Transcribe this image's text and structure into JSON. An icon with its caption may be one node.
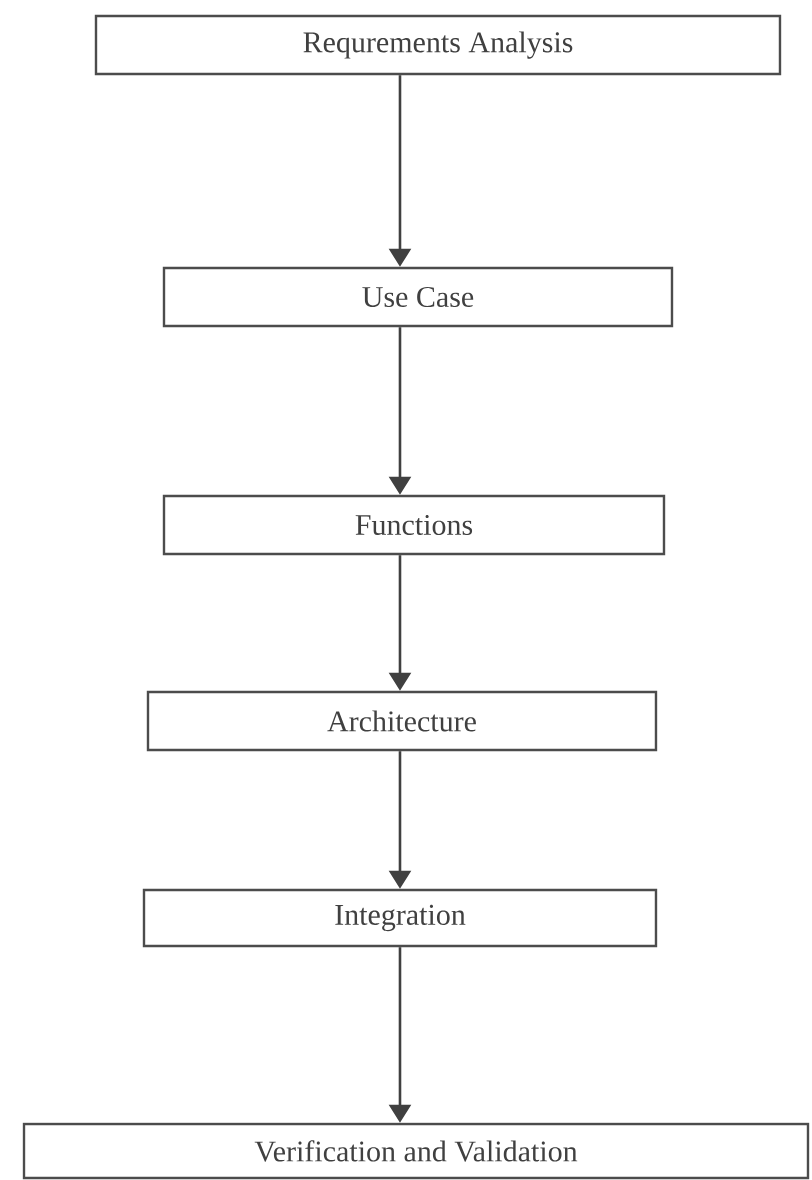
{
  "diagram": {
    "nodes": [
      {
        "text": [
          "Requrements Analysis"
        ]
      },
      {
        "text": [
          "Use Case"
        ]
      },
      {
        "text": [
          "Functions"
        ]
      },
      {
        "text": [
          "Architecture"
        ]
      },
      {
        "text": [
          "Integration"
        ]
      },
      {
        "text": [
          "Verification and Validation"
        ]
      }
    ],
    "edges": [
      {
        "from": 0,
        "to": 1,
        "arrow": "to"
      },
      {
        "from": 1,
        "to": 2,
        "arrow": "to"
      },
      {
        "from": 2,
        "to": 3,
        "arrow": "to"
      },
      {
        "from": 3,
        "to": 4,
        "arrow": "to"
      },
      {
        "from": 4,
        "to": 5,
        "arrow": "to"
      }
    ]
  }
}
